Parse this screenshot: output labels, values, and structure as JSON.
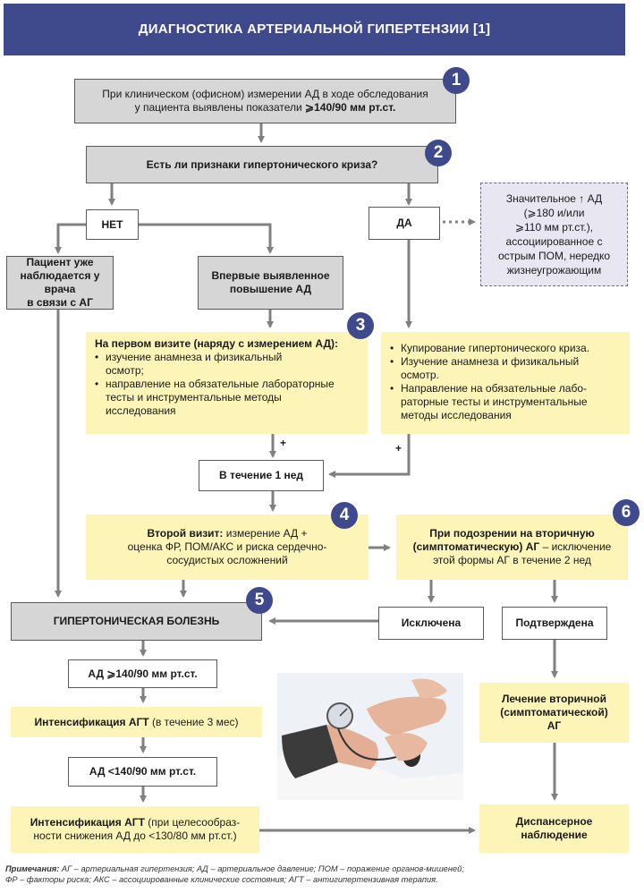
{
  "header": {
    "title": "ДИАГНОСТИКА АРТЕРИАЛЬНОЙ ГИПЕРТЕНЗИИ [1]"
  },
  "badges": [
    "1",
    "2",
    "3",
    "4",
    "5",
    "6"
  ],
  "step1": {
    "line1": "При клиническом (офисном) измерении АД в ходе обследования",
    "line2_pre": "у пациента выявлены показатели ",
    "line2_value": "⩾140/90 мм рт.ст."
  },
  "step2": {
    "question": "Есть ли признаки гипертонического криза?"
  },
  "branch_no": "НЕТ",
  "branch_yes": "ДА",
  "crisis_note": {
    "line1": "Значительное ↑ АД",
    "line2": "(⩾180 и/или",
    "line3": "⩾110 мм рт.ст.),",
    "line4": "ассоциированное с",
    "line5": "острым ПОМ, нередко",
    "line6": "жизнеугрожающим"
  },
  "known_patient": {
    "line1": "Пациент уже",
    "line2": "наблюдается у врача",
    "line3": "в связи с АГ"
  },
  "first_detected": {
    "line1": "Впервые выявленное",
    "line2": "повышение АД"
  },
  "first_visit": {
    "lead": "На первом визите (наряду с измерением АД):",
    "items": [
      [
        "изучение анамнеза и физикальный",
        "осмотр;"
      ],
      [
        "направление на обязательные лабораторные",
        "тесты и инструментальные методы",
        "исследования"
      ]
    ]
  },
  "crisis_actions": {
    "items": [
      [
        "Купирование гипертонического криза."
      ],
      [
        "Изучение анамнеза и физикальный",
        "осмотр."
      ],
      [
        "Направление на обязательные лабо-",
        "раторные тесты и инструментальные",
        "методы исследования"
      ]
    ]
  },
  "plus_sign": "+",
  "within_week": "В течение 1 нед",
  "second_visit": {
    "lead": "Второй визит:",
    "line1_rest": " измерение АД +",
    "line2": "оценка ФР, ПОМ/АКС и риска сердечно-",
    "line3": "сосудистых осложнений"
  },
  "secondary_suspicion": {
    "line1": "При подозрении на вторичную",
    "line2_bold": "(симптоматическую) АГ",
    "line2_rest": " – исключение",
    "line3": "этой формы АГ в течение 2 нед"
  },
  "hypertension_disease": "ГИПЕРТОНИЧЕСКАЯ БОЛЕЗНЬ",
  "excluded": "Исключена",
  "confirmed": "Подтверждена",
  "bp_high": "АД ⩾140/90 мм рт.ст.",
  "intensify1": {
    "bold": "Интенсификация АГТ",
    "rest": " (в течение 3 мес)"
  },
  "bp_low": "АД <140/90 мм рт.ст.",
  "intensify2": {
    "bold": "Интенсификация АГТ",
    "rest1": " (при целесообраз-",
    "line2": "ности снижения АД до <130/80 мм рт.ст.)"
  },
  "secondary_treatment": {
    "line1": "Лечение вторичной",
    "line2": "(симптоматической)",
    "line3": "АГ"
  },
  "dispensary": {
    "line1": "Диспансерное",
    "line2": "наблюдение"
  },
  "notes": {
    "label": "Примечания:",
    "line1": " АГ – артериальная гипертензия; АД – артериальное давление; ПОМ – поражение органов-мишеней;",
    "line2": "ФР – факторы риска; АКС – ассоциированные клинические состояния; АГТ – антигипертензивная терапия."
  },
  "colors": {
    "header": "#3f4a8c",
    "badge": "#3f4a8c",
    "gray_box": "#d6d6d6",
    "yellow_box": "#fdf5b8",
    "lavender_box": "#e7e6f1",
    "arrow": "#808080"
  }
}
